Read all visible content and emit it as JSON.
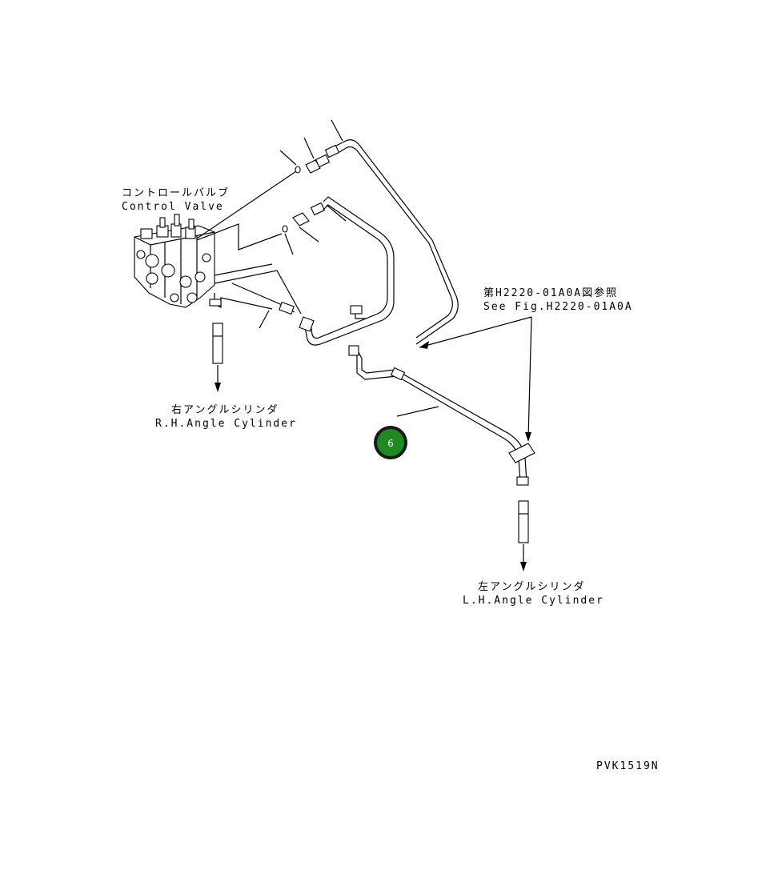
{
  "labels": {
    "control_valve_jp": "コントロールバルブ",
    "control_valve_en": "Control Valve",
    "see_fig_jp": "第H2220-01A0A図参照",
    "see_fig_en": "See Fig.H2220-01A0A",
    "rh_cylinder_jp": "右アングルシリンダ",
    "rh_cylinder_en": "R.H.Angle Cylinder",
    "lh_cylinder_jp": "左アングルシリンダ",
    "lh_cylinder_en": "L.H.Angle Cylinder",
    "drawing_code": "PVK1519N"
  },
  "callout": {
    "number": "6",
    "color": "#1f8a1f"
  }
}
